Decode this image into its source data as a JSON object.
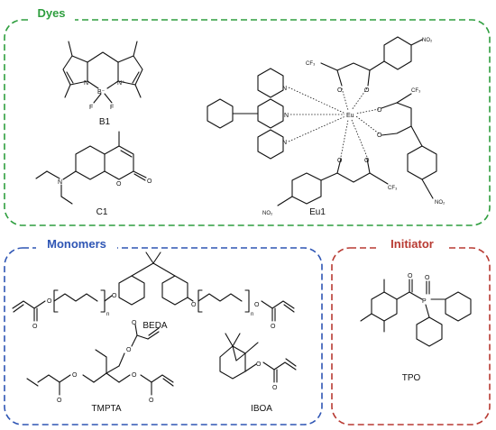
{
  "colors": {
    "dyes": "#2e9e3e",
    "monomers": "#2e55b4",
    "initiator": "#b83a32"
  },
  "sections": {
    "dyes": "Dyes",
    "monomers": "Monomers",
    "initiator": "Initiator"
  },
  "compounds": {
    "b1": "B1",
    "c1": "C1",
    "eu1": "Eu1",
    "beda": "BEDA",
    "tmpta": "TMPTA",
    "iboa": "IBOA",
    "tpo": "TPO"
  },
  "atoms": {
    "n": "N",
    "nplus": "N⁺",
    "bminus": "B⁻",
    "f": "F",
    "o": "O",
    "p": "P",
    "eu": "Eu",
    "cf3": "CF₃",
    "no2": "NO₂",
    "n_sub": "n"
  }
}
